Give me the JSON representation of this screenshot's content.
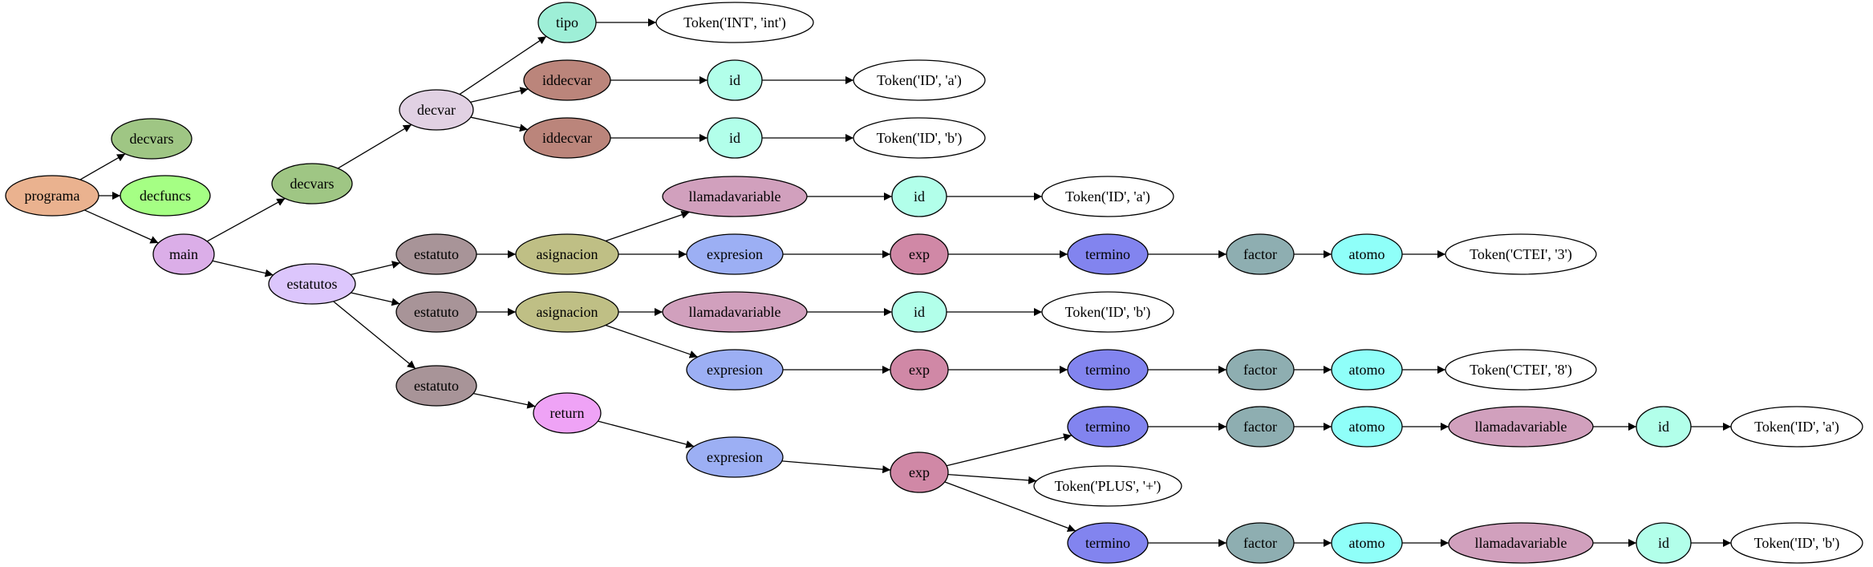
{
  "diagram": {
    "type": "parse-tree",
    "colors": {
      "programa": "#eab28f",
      "decvars": "#9fc684",
      "decfuncs": "#a5ff84",
      "main": "#dbaee8",
      "decvar": "#e1d1e3",
      "tipo": "#9eefd7",
      "iddecvar": "#bb857b",
      "id": "#b2ffea",
      "token": "#ffffff",
      "estatutos": "#dcc6fc",
      "estatuto": "#a89498",
      "asignacion": "#bfbf85",
      "llamadavariable": "#d1a0bd",
      "expresion": "#9caff4",
      "exp": "#d088a6",
      "termino": "#8284ef",
      "factor": "#8eaeb1",
      "atomo": "#8ffff9",
      "return": "#efa3f6"
    },
    "nodes": [
      {
        "id": "programa",
        "label": "programa",
        "kind": "programa"
      },
      {
        "id": "decvars1",
        "label": "decvars",
        "kind": "decvars"
      },
      {
        "id": "decfuncs",
        "label": "decfuncs",
        "kind": "decfuncs"
      },
      {
        "id": "main",
        "label": "main",
        "kind": "main"
      },
      {
        "id": "decvars2",
        "label": "decvars",
        "kind": "decvars"
      },
      {
        "id": "decvar",
        "label": "decvar",
        "kind": "decvar"
      },
      {
        "id": "tipo",
        "label": "tipo",
        "kind": "tipo"
      },
      {
        "id": "tok_int",
        "label": "Token('INT', 'int')",
        "kind": "token"
      },
      {
        "id": "iddecvar1",
        "label": "iddecvar",
        "kind": "iddecvar"
      },
      {
        "id": "id1",
        "label": "id",
        "kind": "id"
      },
      {
        "id": "tok_a1",
        "label": "Token('ID', 'a')",
        "kind": "token"
      },
      {
        "id": "iddecvar2",
        "label": "iddecvar",
        "kind": "iddecvar"
      },
      {
        "id": "id2",
        "label": "id",
        "kind": "id"
      },
      {
        "id": "tok_b1",
        "label": "Token('ID', 'b')",
        "kind": "token"
      },
      {
        "id": "estatutos",
        "label": "estatutos",
        "kind": "estatutos"
      },
      {
        "id": "estatuto1",
        "label": "estatuto",
        "kind": "estatuto"
      },
      {
        "id": "asig1",
        "label": "asignacion",
        "kind": "asignacion"
      },
      {
        "id": "llam1",
        "label": "llamadavariable",
        "kind": "llamadavariable"
      },
      {
        "id": "id3",
        "label": "id",
        "kind": "id"
      },
      {
        "id": "tok_a2",
        "label": "Token('ID', 'a')",
        "kind": "token"
      },
      {
        "id": "expr1",
        "label": "expresion",
        "kind": "expresion"
      },
      {
        "id": "exp1",
        "label": "exp",
        "kind": "exp"
      },
      {
        "id": "term1",
        "label": "termino",
        "kind": "termino"
      },
      {
        "id": "fact1",
        "label": "factor",
        "kind": "factor"
      },
      {
        "id": "atom1",
        "label": "atomo",
        "kind": "atomo"
      },
      {
        "id": "tok_3",
        "label": "Token('CTEI', '3')",
        "kind": "token"
      },
      {
        "id": "estatuto2",
        "label": "estatuto",
        "kind": "estatuto"
      },
      {
        "id": "asig2",
        "label": "asignacion",
        "kind": "asignacion"
      },
      {
        "id": "llam2",
        "label": "llamadavariable",
        "kind": "llamadavariable"
      },
      {
        "id": "id4",
        "label": "id",
        "kind": "id"
      },
      {
        "id": "tok_b2",
        "label": "Token('ID', 'b')",
        "kind": "token"
      },
      {
        "id": "expr2",
        "label": "expresion",
        "kind": "expresion"
      },
      {
        "id": "exp2",
        "label": "exp",
        "kind": "exp"
      },
      {
        "id": "term2",
        "label": "termino",
        "kind": "termino"
      },
      {
        "id": "fact2",
        "label": "factor",
        "kind": "factor"
      },
      {
        "id": "atom2",
        "label": "atomo",
        "kind": "atomo"
      },
      {
        "id": "tok_8",
        "label": "Token('CTEI', '8')",
        "kind": "token"
      },
      {
        "id": "estatuto3",
        "label": "estatuto",
        "kind": "estatuto"
      },
      {
        "id": "ret",
        "label": "return",
        "kind": "return"
      },
      {
        "id": "expr3",
        "label": "expresion",
        "kind": "expresion"
      },
      {
        "id": "exp3",
        "label": "exp",
        "kind": "exp"
      },
      {
        "id": "term3",
        "label": "termino",
        "kind": "termino"
      },
      {
        "id": "fact3",
        "label": "factor",
        "kind": "factor"
      },
      {
        "id": "atom3",
        "label": "atomo",
        "kind": "atomo"
      },
      {
        "id": "llam3",
        "label": "llamadavariable",
        "kind": "llamadavariable"
      },
      {
        "id": "id5",
        "label": "id",
        "kind": "id"
      },
      {
        "id": "tok_a3",
        "label": "Token('ID', 'a')",
        "kind": "token"
      },
      {
        "id": "tok_plus",
        "label": "Token('PLUS', '+')",
        "kind": "token"
      },
      {
        "id": "term4",
        "label": "termino",
        "kind": "termino"
      },
      {
        "id": "fact4",
        "label": "factor",
        "kind": "factor"
      },
      {
        "id": "atom4",
        "label": "atomo",
        "kind": "atomo"
      },
      {
        "id": "llam4",
        "label": "llamadavariable",
        "kind": "llamadavariable"
      },
      {
        "id": "id6",
        "label": "id",
        "kind": "id"
      },
      {
        "id": "tok_b3",
        "label": "Token('ID', 'b')",
        "kind": "token"
      }
    ],
    "edges": [
      [
        "programa",
        "decvars1"
      ],
      [
        "programa",
        "decfuncs"
      ],
      [
        "programa",
        "main"
      ],
      [
        "main",
        "decvars2"
      ],
      [
        "main",
        "estatutos"
      ],
      [
        "decvars2",
        "decvar"
      ],
      [
        "decvar",
        "tipo"
      ],
      [
        "decvar",
        "iddecvar1"
      ],
      [
        "decvar",
        "iddecvar2"
      ],
      [
        "tipo",
        "tok_int"
      ],
      [
        "iddecvar1",
        "id1"
      ],
      [
        "id1",
        "tok_a1"
      ],
      [
        "iddecvar2",
        "id2"
      ],
      [
        "id2",
        "tok_b1"
      ],
      [
        "estatutos",
        "estatuto1"
      ],
      [
        "estatutos",
        "estatuto2"
      ],
      [
        "estatutos",
        "estatuto3"
      ],
      [
        "estatuto1",
        "asig1"
      ],
      [
        "asig1",
        "llam1"
      ],
      [
        "asig1",
        "expr1"
      ],
      [
        "llam1",
        "id3"
      ],
      [
        "id3",
        "tok_a2"
      ],
      [
        "expr1",
        "exp1"
      ],
      [
        "exp1",
        "term1"
      ],
      [
        "term1",
        "fact1"
      ],
      [
        "fact1",
        "atom1"
      ],
      [
        "atom1",
        "tok_3"
      ],
      [
        "estatuto2",
        "asig2"
      ],
      [
        "asig2",
        "llam2"
      ],
      [
        "asig2",
        "expr2"
      ],
      [
        "llam2",
        "id4"
      ],
      [
        "id4",
        "tok_b2"
      ],
      [
        "expr2",
        "exp2"
      ],
      [
        "exp2",
        "term2"
      ],
      [
        "term2",
        "fact2"
      ],
      [
        "fact2",
        "atom2"
      ],
      [
        "atom2",
        "tok_8"
      ],
      [
        "estatuto3",
        "ret"
      ],
      [
        "ret",
        "expr3"
      ],
      [
        "expr3",
        "exp3"
      ],
      [
        "exp3",
        "term3"
      ],
      [
        "exp3",
        "tok_plus"
      ],
      [
        "exp3",
        "term4"
      ],
      [
        "term3",
        "fact3"
      ],
      [
        "fact3",
        "atom3"
      ],
      [
        "atom3",
        "llam3"
      ],
      [
        "llam3",
        "id5"
      ],
      [
        "id5",
        "tok_a3"
      ],
      [
        "term4",
        "fact4"
      ],
      [
        "fact4",
        "atom4"
      ],
      [
        "atom4",
        "llam4"
      ],
      [
        "llam4",
        "id6"
      ],
      [
        "id6",
        "tok_b3"
      ]
    ]
  }
}
